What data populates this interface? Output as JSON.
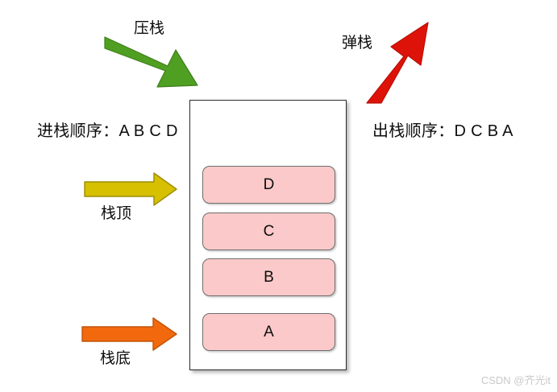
{
  "diagram": {
    "title": "stack-push-pop-diagram",
    "background": "#ffffff"
  },
  "arrows": {
    "push": {
      "label": "压栈",
      "color": "#4f9f22",
      "outline": "#3f7f1b",
      "direction": "down-right",
      "icon": "push-arrow-icon"
    },
    "pop": {
      "label": "弹栈",
      "color": "#dd1309",
      "outline": "#b80f06",
      "direction": "up-right",
      "icon": "pop-arrow-icon"
    },
    "top": {
      "label": "栈顶",
      "color": "#d6c000",
      "outline": "#9c8c00",
      "direction": "right",
      "icon": "stack-top-arrow-icon"
    },
    "bottom": {
      "label": "栈底",
      "color": "#f2690d",
      "outline": "#c0530a",
      "direction": "right",
      "icon": "stack-bottom-arrow-icon"
    }
  },
  "sequences": {
    "push_order": "进栈顺序：A B C D",
    "pop_order": "出栈顺序：D C B A"
  },
  "stack": {
    "fill": "#ffffff",
    "border": "#2b2b2b",
    "cell_fill": "#fbc9c9",
    "cell_border": "#6f6f6f",
    "cells": [
      {
        "label": "D",
        "position": "top"
      },
      {
        "label": "C",
        "position": "middle-upper"
      },
      {
        "label": "B",
        "position": "middle-lower"
      },
      {
        "label": "A",
        "position": "bottom"
      }
    ]
  },
  "watermark": {
    "text": "CSDN @齐光it",
    "color": "#c9c9c9"
  }
}
